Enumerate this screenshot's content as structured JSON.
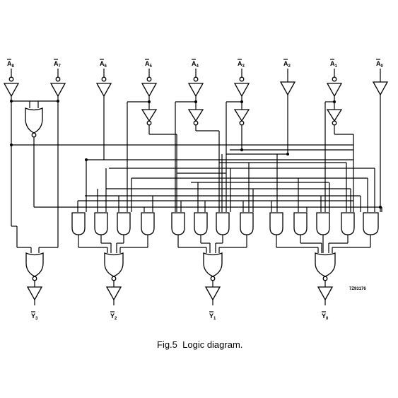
{
  "inputs": [
    {
      "name": "A",
      "sub": "8"
    },
    {
      "name": "A",
      "sub": "7"
    },
    {
      "name": "A",
      "sub": "6"
    },
    {
      "name": "A",
      "sub": "5"
    },
    {
      "name": "A",
      "sub": "4"
    },
    {
      "name": "A",
      "sub": "3"
    },
    {
      "name": "A",
      "sub": "2"
    },
    {
      "name": "A",
      "sub": "1"
    },
    {
      "name": "A",
      "sub": "0"
    }
  ],
  "outputs": [
    {
      "name": "Y",
      "sub": "3"
    },
    {
      "name": "Y",
      "sub": "2"
    },
    {
      "name": "Y",
      "sub": "1"
    },
    {
      "name": "Y",
      "sub": "0"
    }
  ],
  "reference_code": "7Z93176",
  "caption": "Fig.5  Logic diagram."
}
